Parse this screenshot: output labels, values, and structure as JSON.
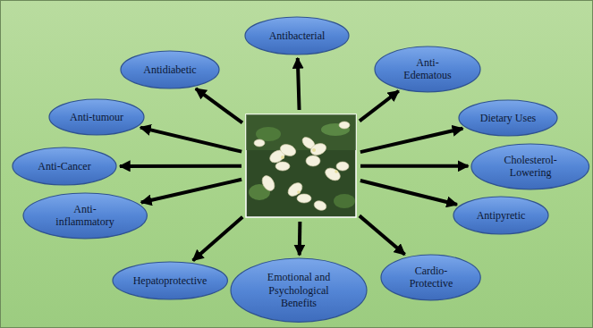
{
  "diagram": {
    "nodes": [
      {
        "text": [
          "Antidiabetic"
        ]
      },
      {
        "text": [
          "Antibacterial"
        ]
      },
      {
        "text": [
          "Anti- Edematous"
        ]
      },
      {
        "text": [
          "Anti-tumour"
        ]
      },
      {
        "text": [
          "Dietary Uses"
        ]
      },
      {
        "text": [
          "Anti-Cancer"
        ]
      },
      {
        "text": [
          "Cholesterol- Lowering"
        ]
      },
      {
        "text": [
          "Anti- inflammatory"
        ]
      },
      {
        "text": [
          "Antipyretic"
        ]
      },
      {
        "text": [
          "Hepatoprotective"
        ]
      },
      {
        "text": [
          "Emotional and Psychological Benefits"
        ]
      },
      {
        "text": [
          "Cardio- Protective"
        ]
      }
    ]
  }
}
